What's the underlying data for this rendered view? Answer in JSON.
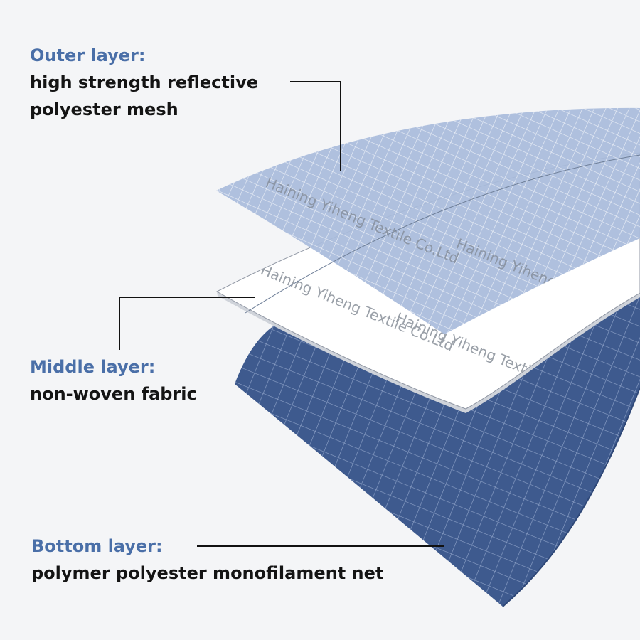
{
  "outer_layer": {
    "heading": "Outer layer:",
    "description": "high strength reflective polyester mesh",
    "color": "#a9bbdc"
  },
  "middle_layer": {
    "heading": "Middle layer:",
    "description": "non-woven fabric",
    "color": "#ffffff"
  },
  "bottom_layer": {
    "heading": "Bottom layer:",
    "description": "polymer polyester monofilament net",
    "color": "#3e5a8e"
  },
  "watermark": "Haining Yiheng Textile Co.Ltd",
  "heading_color": "#4a6fa8",
  "text_color": "#141414"
}
